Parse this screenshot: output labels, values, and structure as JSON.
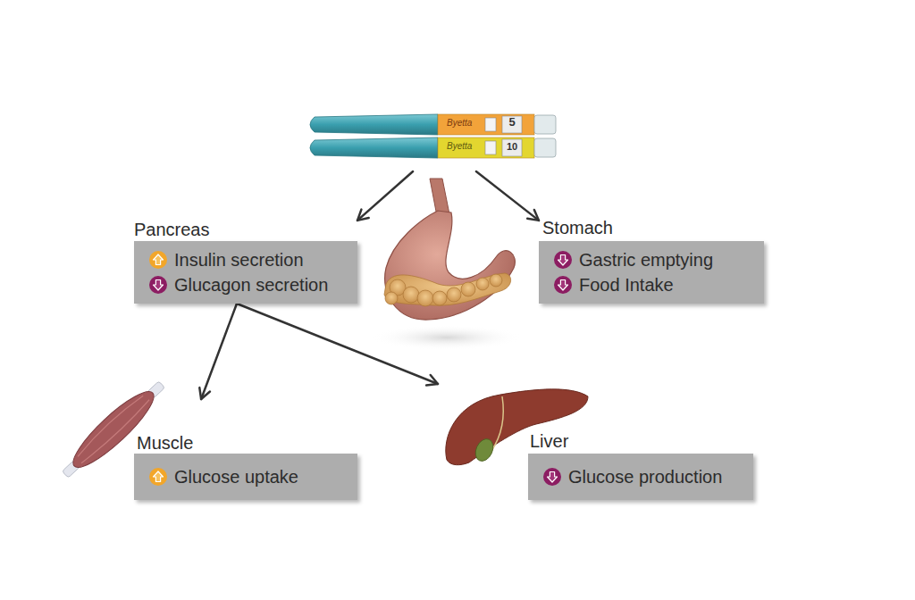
{
  "diagram": {
    "nodes": [
      {
        "text": [
          "Byetta",
          "5",
          "Byetta",
          "10"
        ]
      },
      {
        "text": [
          "Pancreas",
          "Insulin secretion",
          "Glucagon secretion"
        ]
      },
      {
        "text": [
          "Stomach",
          "Gastric emptying",
          "Food Intake"
        ]
      },
      {
        "text": [
          "Muscle",
          "Glucose uptake"
        ]
      },
      {
        "text": [
          "Liver",
          "Glucose production"
        ]
      }
    ],
    "edges": [
      {
        "from": 0,
        "to": 1,
        "arrow": "to"
      },
      {
        "from": 0,
        "to": 2,
        "arrow": "to"
      },
      {
        "from": 1,
        "to": 3,
        "arrow": "to"
      },
      {
        "from": 1,
        "to": 4,
        "arrow": "to"
      }
    ]
  }
}
